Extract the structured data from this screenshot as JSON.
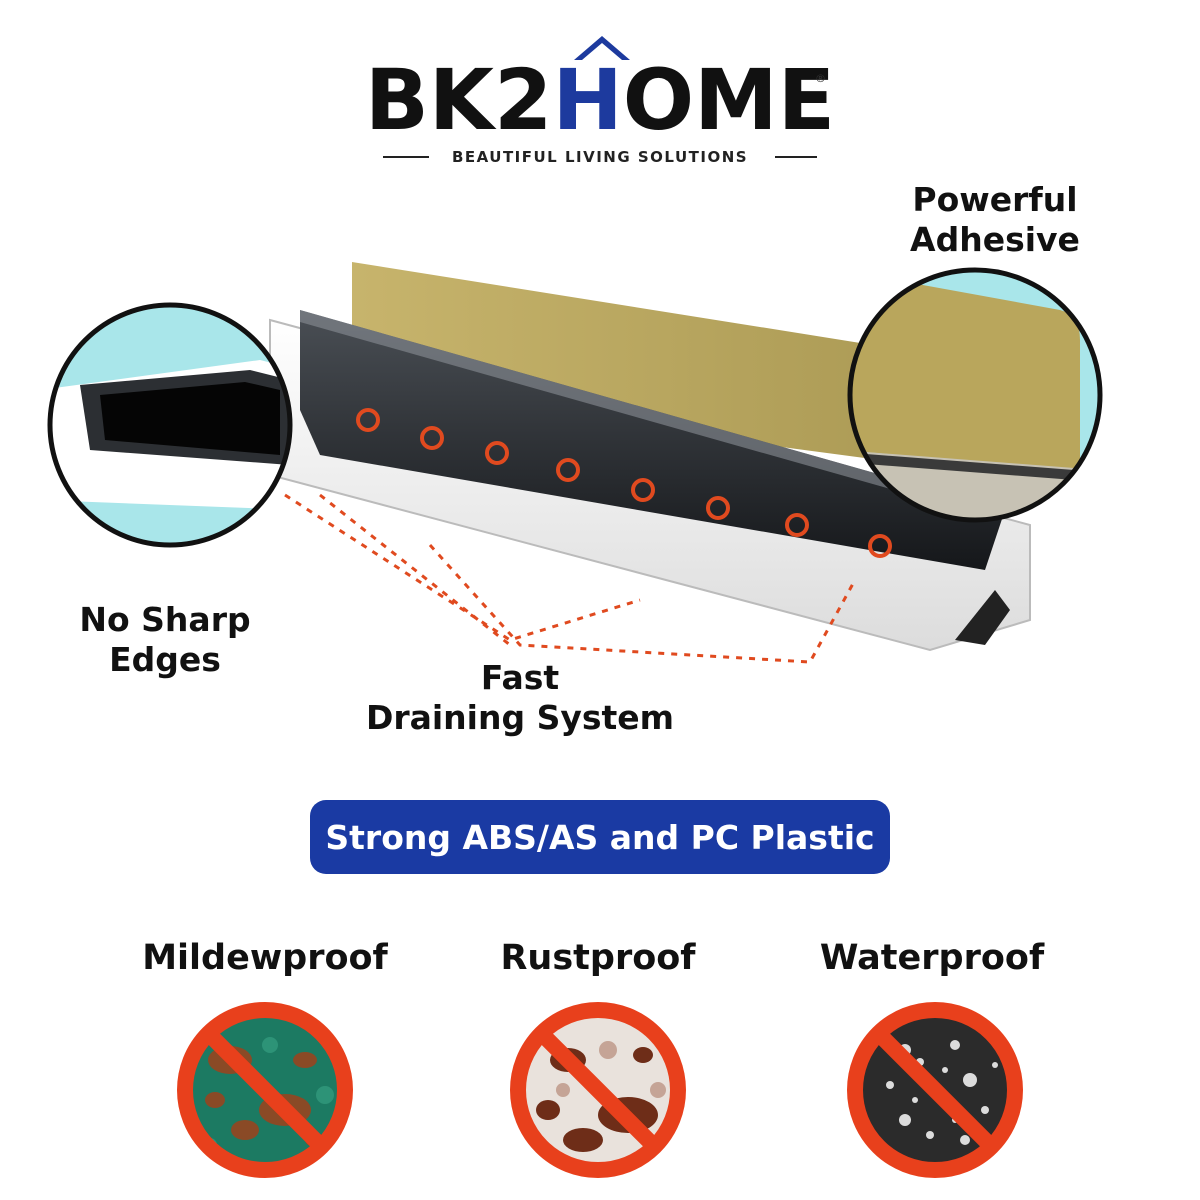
{
  "brand": {
    "name_part1": "BK2",
    "name_part2": "H",
    "name_part3": "OME",
    "registered": "®",
    "tagline": "BEAUTIFUL LIVING SOLUTIONS",
    "colors": {
      "primary": "#1d3a9e",
      "text": "#111111"
    }
  },
  "callouts": {
    "adhesive": {
      "line1": "Powerful",
      "line2": "Adhesive"
    },
    "edges": {
      "line1": "No Sharp",
      "line2": "Edges"
    },
    "drain": {
      "line1": "Fast",
      "line2": "Draining System"
    }
  },
  "banner": {
    "text": "Strong ABS/AS and PC Plastic",
    "color": "#1a3aa3"
  },
  "features": [
    {
      "title": "Mildewproof",
      "icon": "mildew-prohibited-icon"
    },
    {
      "title": "Rustproof",
      "icon": "rust-prohibited-icon"
    },
    {
      "title": "Waterproof",
      "icon": "water-prohibited-icon"
    }
  ],
  "colors": {
    "callout_fill": "#a9e6ea",
    "prohibit_red": "#e8401c",
    "drain_dots": "#e04a1f",
    "adhesive_gold": "#b7a45e"
  }
}
